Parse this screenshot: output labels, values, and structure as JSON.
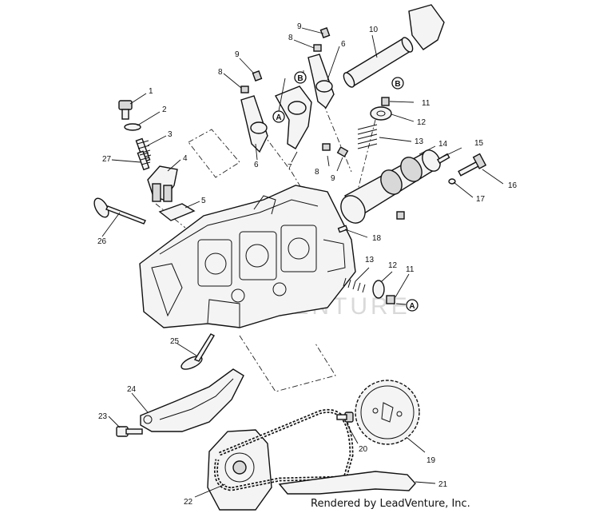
{
  "diagram": {
    "credit": "Rendered by LeadVenture, Inc.",
    "watermark": "LEADVENTURE",
    "callouts": {
      "a": "A",
      "b": "B"
    },
    "labels": {
      "l1": "1",
      "l2": "2",
      "l3": "3",
      "l4": "4",
      "l5": "5",
      "l6a": "6",
      "l6b": "6",
      "l7": "7",
      "l8a": "8",
      "l8b": "8",
      "l8c": "8",
      "l9a": "9",
      "l9b": "9",
      "l9c": "9",
      "l10": "10",
      "l11a": "11",
      "l11b": "11",
      "l12a": "12",
      "l12b": "12",
      "l13a": "13",
      "l13b": "13",
      "l14": "14",
      "l15": "15",
      "l16": "16",
      "l17": "17",
      "l18": "18",
      "l19": "19",
      "l20": "20",
      "l21": "21",
      "l22": "22",
      "l23": "23",
      "l24": "24",
      "l25": "25",
      "l26": "26",
      "l27": "27"
    }
  }
}
